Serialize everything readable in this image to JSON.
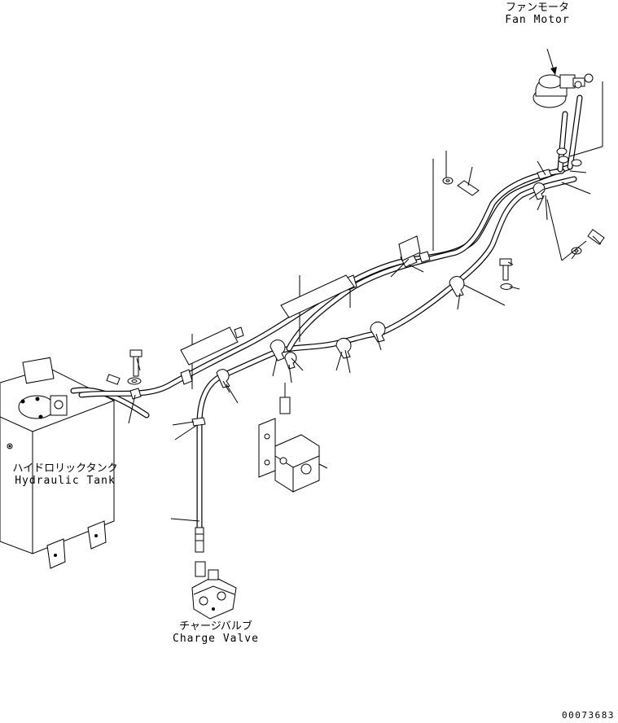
{
  "labels": {
    "fan_motor": {
      "jp": "ファンモータ",
      "en": "Fan Motor"
    },
    "hydraulic_tank": {
      "jp": "ハイドロリックタンク",
      "en": "Hydraulic Tank"
    },
    "charge_valve": {
      "jp": "チャージバルブ",
      "en": "Charge Valve"
    }
  },
  "drawing_number": "00073683"
}
